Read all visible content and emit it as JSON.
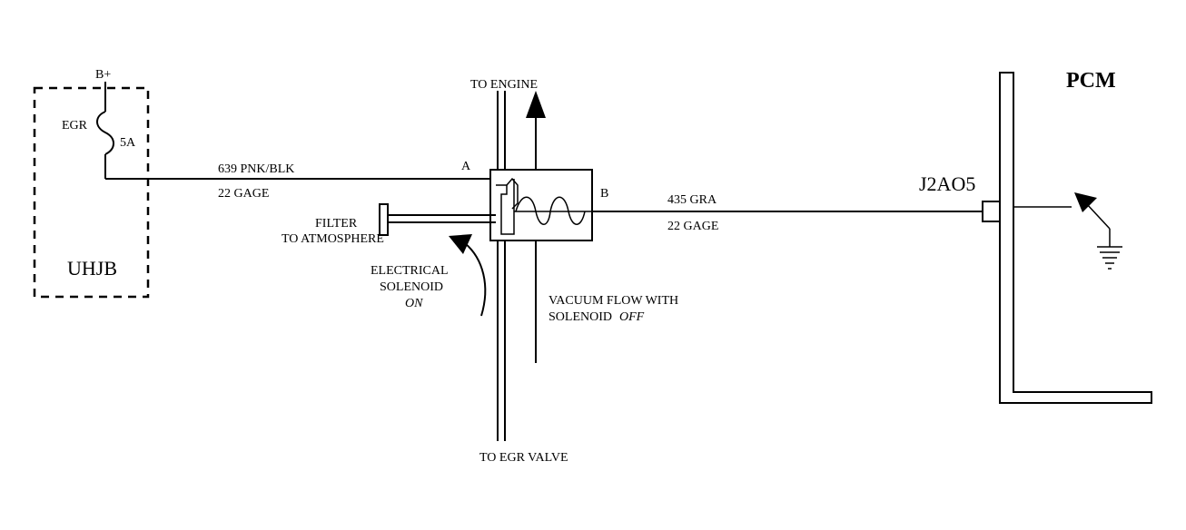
{
  "junction_box": {
    "name": "UHJB",
    "power": "B+",
    "fuse_circuit": "EGR",
    "fuse_rating": "5A"
  },
  "wire_a": {
    "circuit": "639 PNK/BLK",
    "gauge": "22 GAGE",
    "pin": "A"
  },
  "wire_b": {
    "circuit": "435 GRA",
    "gauge": "22 GAGE",
    "pin": "B"
  },
  "vacuum": {
    "to_engine": "TO ENGINE",
    "to_egr_valve": "TO EGR VALVE",
    "filter_line1": "FILTER",
    "filter_line2": "TO ATMOSPHERE",
    "solenoid_on_line1": "ELECTRICAL",
    "solenoid_on_line2": "SOLENOID",
    "solenoid_on_state": "ON",
    "flow_line1": "VACUUM FLOW WITH",
    "flow_line2_prefix": "SOLENOID",
    "flow_line2_state": "OFF"
  },
  "pcm": {
    "name": "PCM",
    "connector": "J2AO5"
  }
}
